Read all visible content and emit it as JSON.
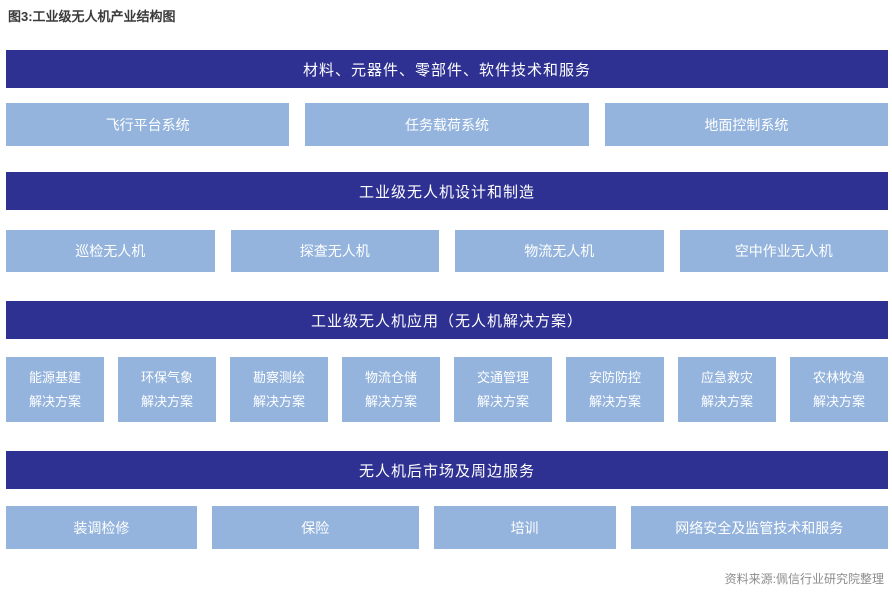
{
  "page": {
    "title": "图3:工业级无人机产业结构图",
    "source_note": "资料来源:佩信行业研究院整理"
  },
  "colors": {
    "banner-bg": "#2E3192",
    "banner-text": "#FFFFFF",
    "node-bg": "#94B4DD",
    "node-text": "#FFFFFF",
    "title-text": "#3A3A3A",
    "source-text": "#8C8C8C"
  },
  "diagram": {
    "tiers": [
      {
        "banner": "材料、元器件、零部件、软件技术和服务",
        "nodes": [
          "飞行平台系统",
          "任务载荷系统",
          "地面控制系统"
        ]
      },
      {
        "banner": "工业级无人机设计和制造",
        "nodes": [
          "巡检无人机",
          "探查无人机",
          "物流无人机",
          "空中作业无人机"
        ]
      },
      {
        "banner": "工业级无人机应用（无人机解决方案）",
        "nodes": [
          "能源基建\n解决方案",
          "环保气象\n解决方案",
          "勘察测绘\n解决方案",
          "物流仓储\n解决方案",
          "交通管理\n解决方案",
          "安防防控\n解决方案",
          "应急救灾\n解决方案",
          "农林牧渔\n解决方案"
        ]
      },
      {
        "banner": "无人机后市场及周边服务",
        "nodes": [
          "装调检修",
          "保险",
          "培训",
          "网络安全及监管技术和服务"
        ]
      }
    ]
  }
}
